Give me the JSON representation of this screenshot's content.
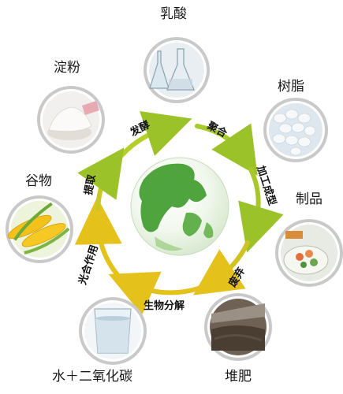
{
  "nodes": {
    "lactic_acid": "乳酸",
    "resin": "树脂",
    "products": "制品",
    "compost": "堆肥",
    "water_co2": "水＋二氧化碳",
    "grain": "谷物",
    "starch": "淀粉"
  },
  "processes": {
    "fermentation": "发酵",
    "polymerization": "聚合",
    "processing": "加工成型",
    "disposal": "废弃",
    "biodegradation": "生物分解",
    "photosynthesis": "光合作用",
    "extraction": "提取"
  },
  "colors": {
    "arrow_green": "#8bbf1f",
    "arrow_yellow": "#e8c21a",
    "globe_green": "#3d9a2a"
  }
}
